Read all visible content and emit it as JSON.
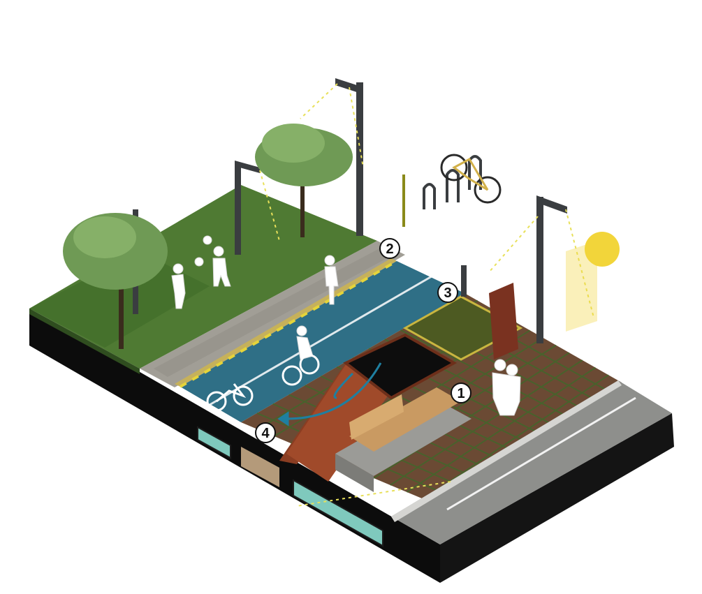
{
  "colors": {
    "grass": "#4f7a33",
    "grass_dark": "#2f4d1f",
    "paving": "#9c9a93",
    "bike_lane": "#2f6f86",
    "soil_side": "#0c0c0c",
    "plaza": "#6b4a34",
    "plaza_grid": "#3d6b2a",
    "road": "#8e8f8c",
    "timber": "#c99a62",
    "rust": "#8a3d22",
    "sun": "#f2d53a",
    "light_beam": "#e8e05a",
    "water_arrow": "#1f7fa0",
    "canal": "#7fc9bd"
  },
  "markers": [
    {
      "id": "1",
      "label": "1"
    },
    {
      "id": "2",
      "label": "2"
    },
    {
      "id": "3",
      "label": "3"
    },
    {
      "id": "4",
      "label": "4"
    }
  ],
  "icons": [
    "street-lamp-icon",
    "tree-icon",
    "person-icon",
    "cyclist-icon",
    "bicycle-symbol-icon",
    "bike-rack-icon",
    "sun-icon",
    "bench-icon",
    "pavilion-icon"
  ]
}
